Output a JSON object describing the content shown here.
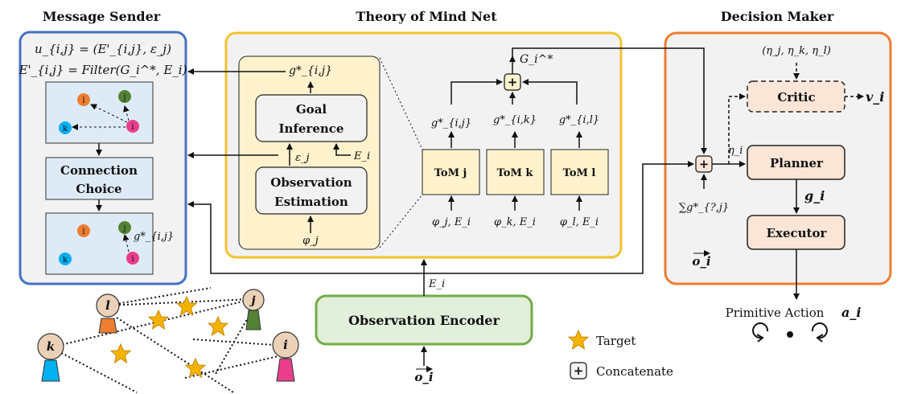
{
  "sections": {
    "message_sender": "Message Sender",
    "tom_net": "Theory of Mind Net",
    "decision_maker": "Decision Maker"
  },
  "message_sender": {
    "eq1": "u_{i,j} = (E'_{i,j}, ε_j)",
    "eq2": "E'_{i,j} = Filter(G_i^*, E_i)",
    "connection_choice": [
      "Connection",
      "Choice"
    ],
    "nodes": [
      "i",
      "j",
      "k",
      "l"
    ],
    "g_label": "g*_{i,j}"
  },
  "tom": {
    "g_out": "g*_{i,j}",
    "goal_inference": [
      "Goal",
      "Inference"
    ],
    "eps_j": "ε_j",
    "E_i": "E_i",
    "observation_estimation": [
      "Observation",
      "Estimation"
    ],
    "phi_j": "φ_j",
    "G_star": "G_i^*",
    "tom_labels": [
      "ToM j",
      "ToM k",
      "ToM l"
    ],
    "g_labels": [
      "g*_{i,j}",
      "g*_{i,k}",
      "g*_{i,l}"
    ],
    "inputs": [
      "φ_j, E_i",
      "φ_k, E_i",
      "φ_l, E_i"
    ]
  },
  "decision": {
    "etas": "(η_j, η_k, η_l)",
    "critic": "Critic",
    "v": "v_i",
    "eta_i": "η_i",
    "planner": "Planner",
    "g": "g_i",
    "sum_g": "∑g*_{?,j}",
    "executor": "Executor",
    "o": "o_i",
    "primitive": "Primitive Action",
    "a": "a_i"
  },
  "encoder": {
    "label": "Observation Encoder",
    "E_i": "E_i",
    "o": "o_i"
  },
  "legend": {
    "target": "Target",
    "concatenate": "Concatenate"
  },
  "agents": [
    "l",
    "j",
    "k",
    "i"
  ],
  "colors": {
    "sender_border": "#4472c4",
    "tom_border": "#f2c32e",
    "decision_border": "#ed7d31",
    "encoder_border": "#70ad47",
    "encoder_fill": "#e2efda",
    "tom_inner_fill": "#fff2cc",
    "decision_box_fill": "#fbe5d6",
    "sender_box_fill": "#deebf7",
    "panel_fill": "#f2f2f2",
    "star": "#f5b301",
    "node_i": "#e83e8c",
    "node_j": "#548235",
    "node_k": "#00b0f0",
    "node_l": "#ed7d31"
  }
}
